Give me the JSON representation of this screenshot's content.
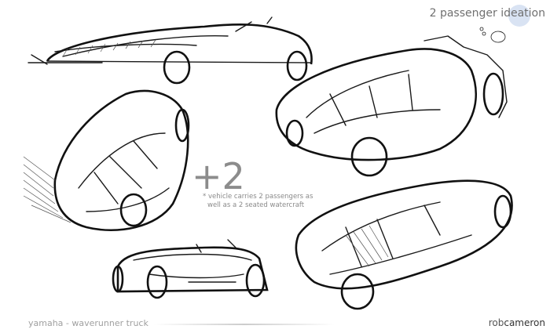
{
  "header": {
    "title": "2 passenger ideation"
  },
  "callout": {
    "big": "+2",
    "note_line1": "* vehicle carries 2 passengers as",
    "note_line2": "well as a 2 seated watercraft"
  },
  "footer": {
    "project": "yamaha - waverunner truck",
    "author_first": "rob",
    "author_last": "cameron"
  }
}
